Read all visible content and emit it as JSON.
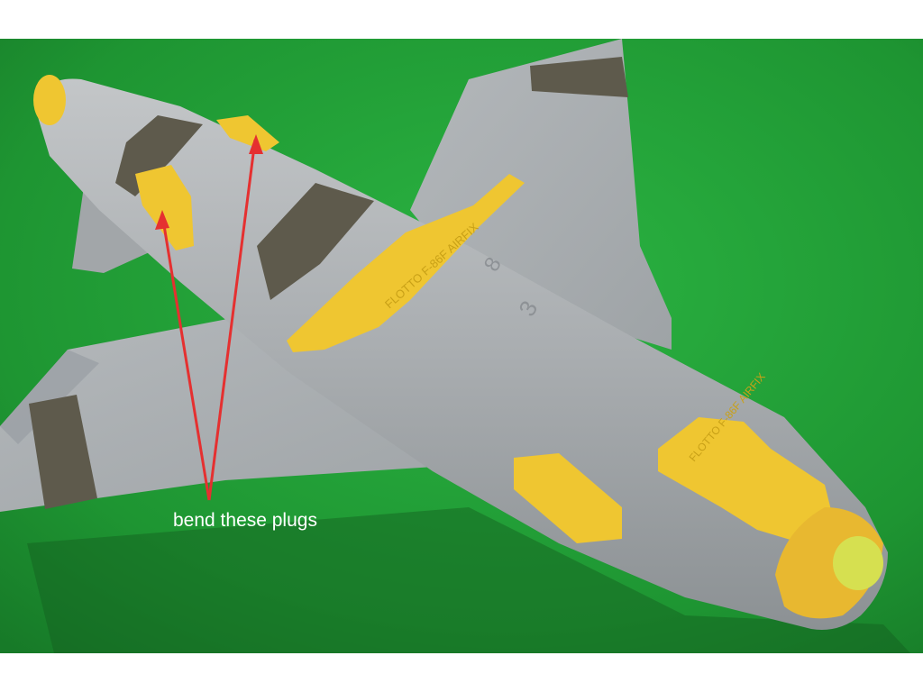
{
  "photo": {
    "subject": "aircraft-scale-model",
    "annotation": {
      "text": "bend these plugs",
      "color": "#ffffff",
      "arrow_color": "#e53030"
    },
    "colors": {
      "background": "#1f9a33",
      "primer": "#a9adb0",
      "masking": "#efc631",
      "tape": "#5e5a4c"
    },
    "decal_text": {
      "spine_mask": "FLOTTO F-86F AIRFIX",
      "nose_mask": "FLOTTO F-86F AIRFIX",
      "wing_mark": "8",
      "panel_mark": "3"
    }
  }
}
